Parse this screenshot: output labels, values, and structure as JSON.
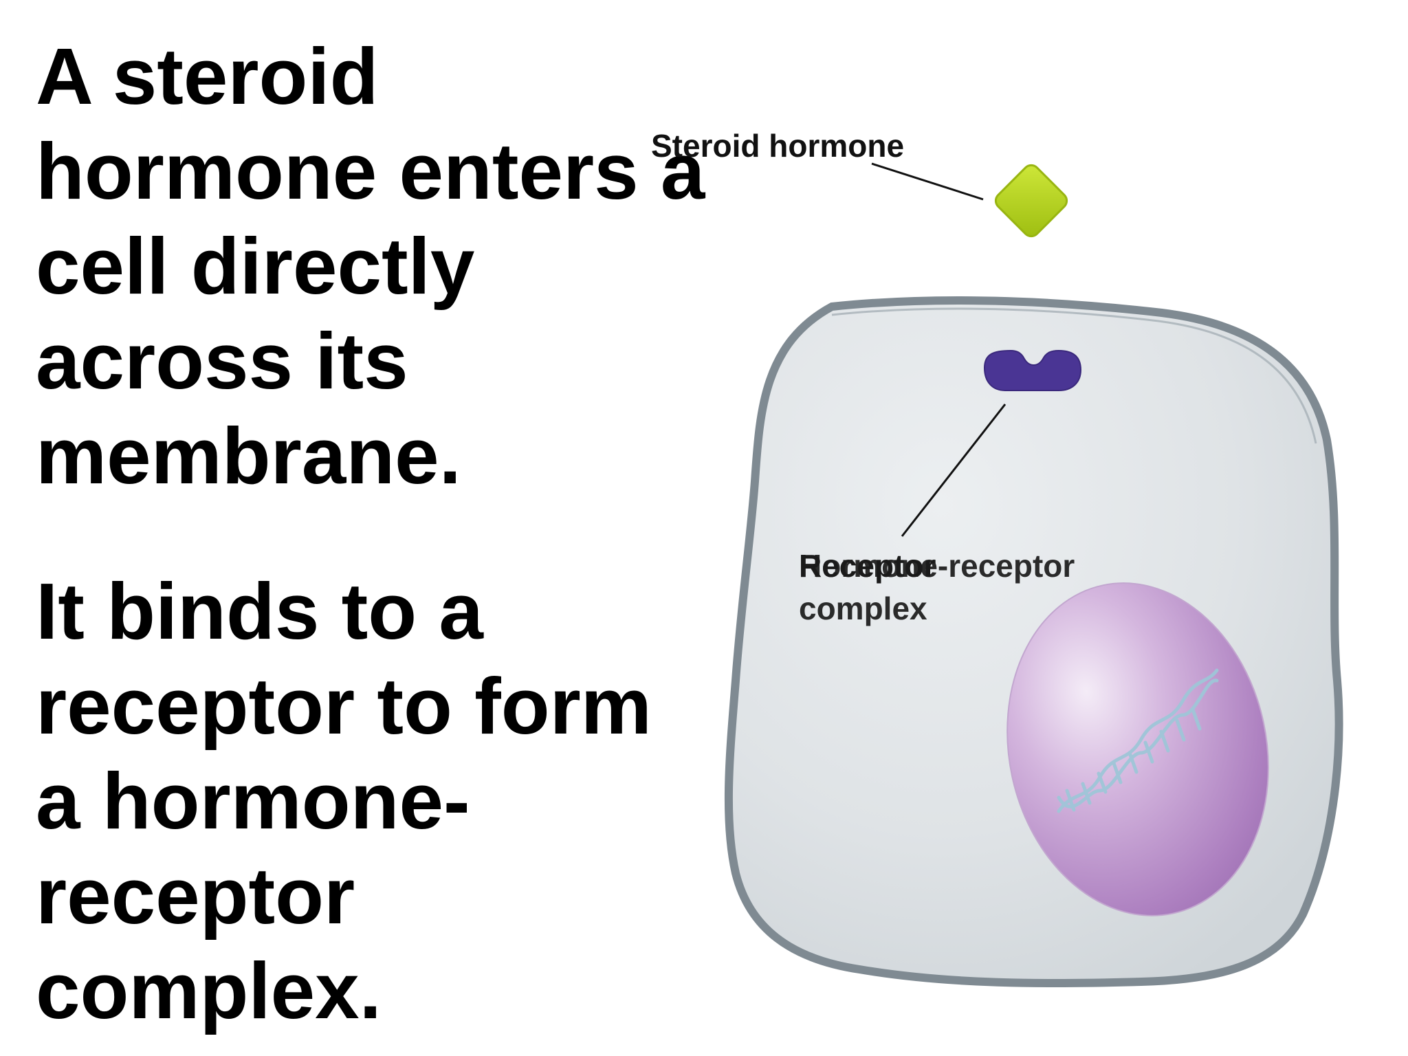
{
  "text": {
    "paragraph1": [
      "A steroid",
      "hormone enters a",
      "cell directly",
      "across its",
      "membrane."
    ],
    "paragraph2": [
      "It binds to a",
      "receptor to form",
      "a hormone-",
      "receptor",
      "complex."
    ]
  },
  "labels": {
    "steroid_hormone": "Steroid hormone",
    "receptor": "Receptor",
    "hormone_receptor_complex": [
      "Hormone-receptor",
      "complex"
    ]
  },
  "colors": {
    "hormone": "#b5d51a",
    "receptor": "#4a3594",
    "cytoplasm": "#dde1e4",
    "membrane": "#7f8a92",
    "nucleus": "#b488c7",
    "dna": "#9fc6d8"
  }
}
